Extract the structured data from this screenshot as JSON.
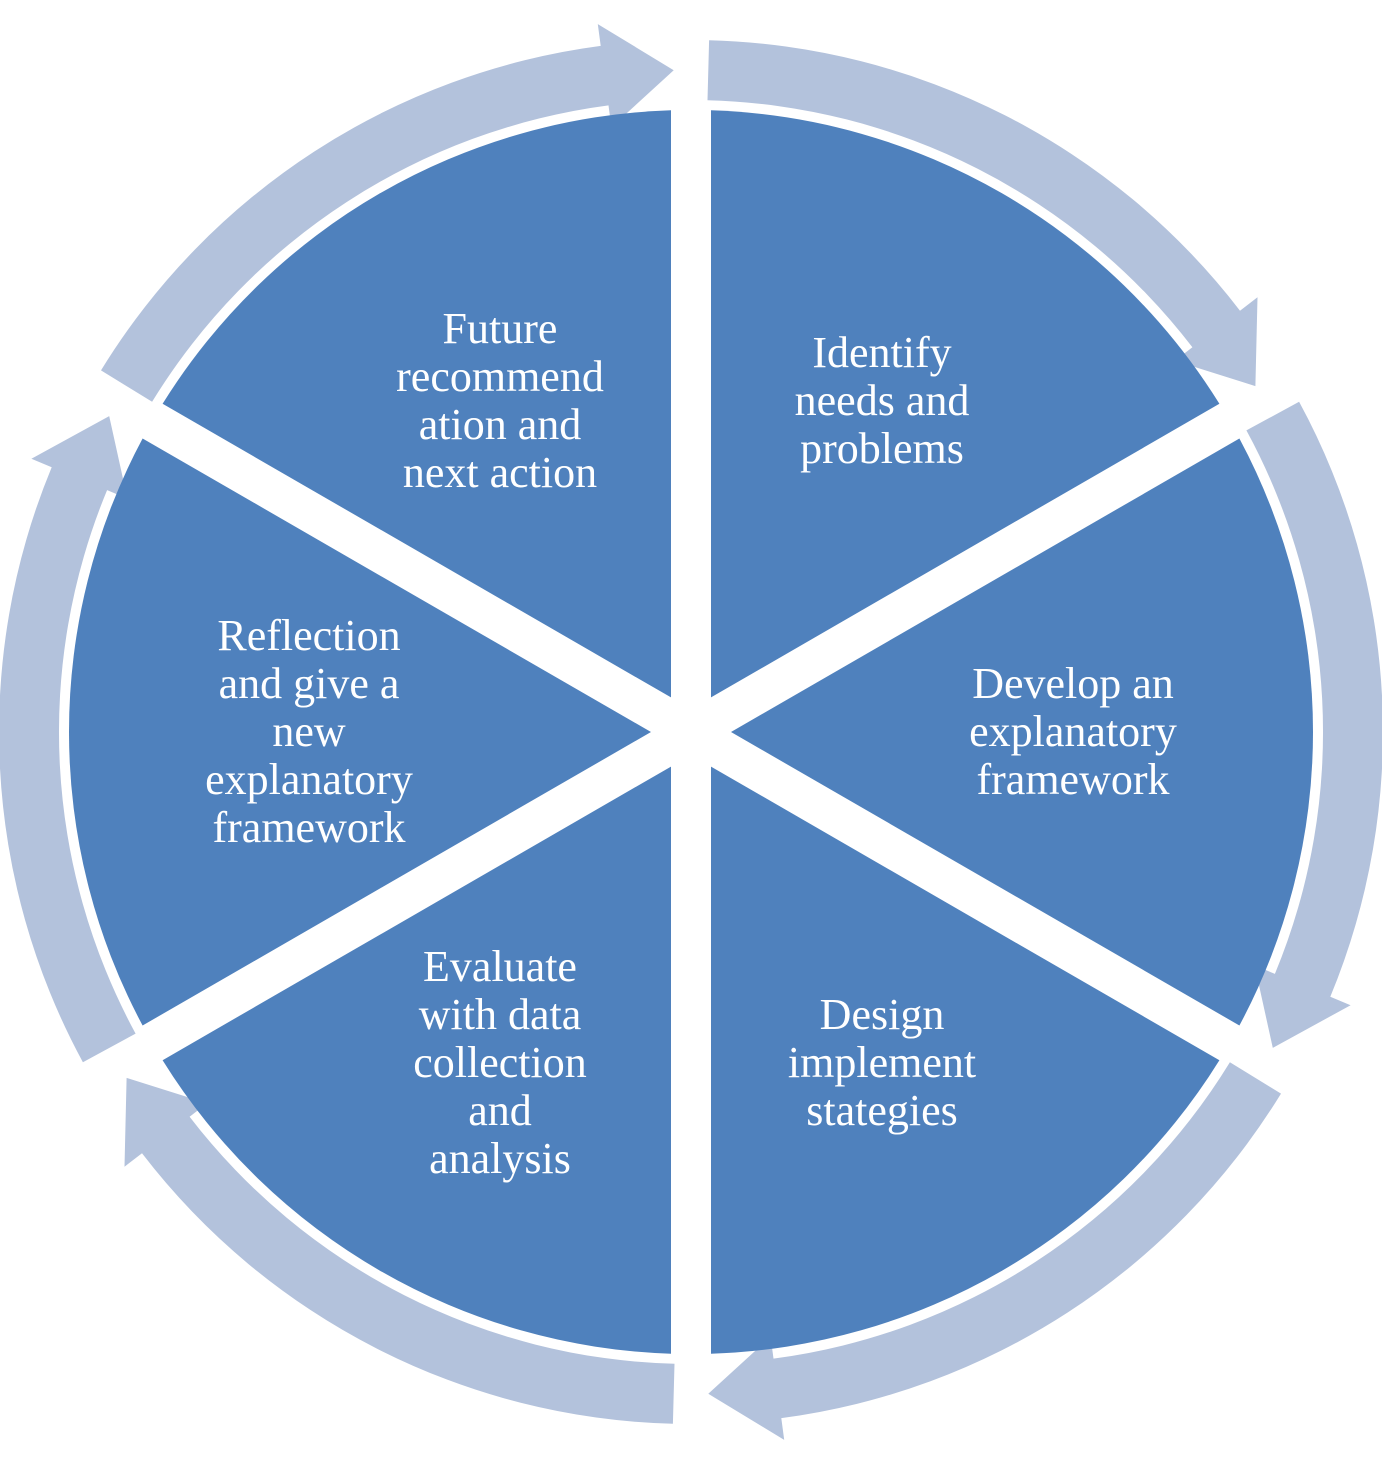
{
  "diagram": {
    "colors": {
      "segment_fill": "#4f81bd",
      "arrow_fill": "#b3c2dc",
      "text": "#ffffff",
      "background": "#ffffff"
    },
    "direction": "clockwise",
    "stages": [
      {
        "id": "identify",
        "lines": [
          "Identify",
          "needs and",
          "problems"
        ]
      },
      {
        "id": "develop",
        "lines": [
          "Develop an",
          "explanatory",
          "framework"
        ]
      },
      {
        "id": "design",
        "lines": [
          "Design",
          "implement",
          "stategies"
        ]
      },
      {
        "id": "evaluate",
        "lines": [
          "Evaluate",
          "with data",
          "collection",
          "and",
          "analysis"
        ]
      },
      {
        "id": "reflection",
        "lines": [
          "Reflection",
          "and give a",
          "new",
          "explanatory",
          "framework"
        ]
      },
      {
        "id": "future",
        "lines": [
          "Future",
          "recommend",
          "ation and",
          "next action"
        ]
      }
    ]
  }
}
